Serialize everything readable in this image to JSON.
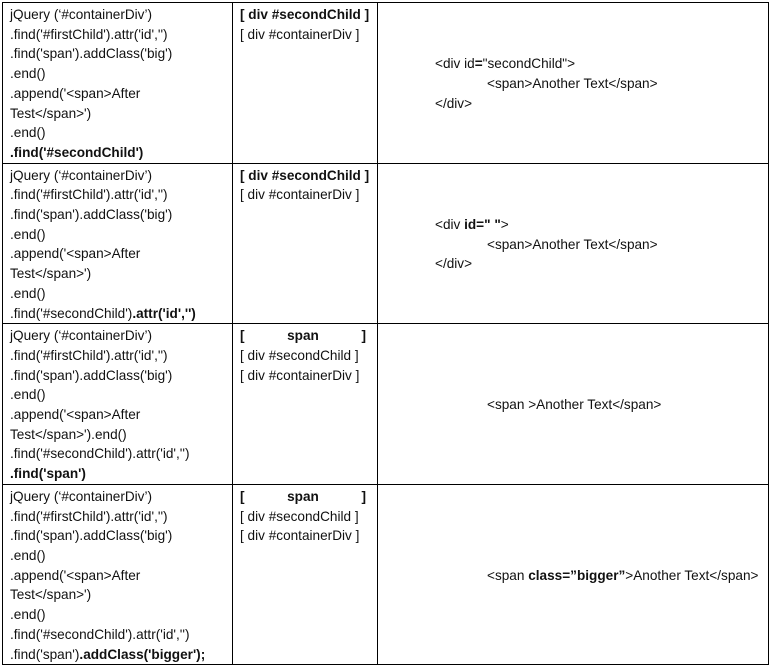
{
  "rows": [
    {
      "code": [
        [
          {
            "t": "jQuery (‘#containerDiv’)",
            "b": false
          }
        ],
        [
          {
            "t": ".find('#firstChild').attr('id','')",
            "b": false
          }
        ],
        [
          {
            "t": ".find('span').addClass('big')",
            "b": false
          }
        ],
        [
          {
            "t": ".end()",
            "b": false
          }
        ],
        [
          {
            "t": ".append('<span>After",
            "b": false
          }
        ],
        [
          {
            "t": "Test</span>')",
            "b": false
          }
        ],
        [
          {
            "t": ".end()",
            "b": false
          }
        ],
        [
          {
            "t": ".find('#secondChild')",
            "b": true
          }
        ]
      ],
      "stack": [
        {
          "t": "[ div #secondChild ]",
          "b": true,
          "split": false
        },
        {
          "t": "[ div #containerDiv ]",
          "b": false,
          "split": false
        }
      ],
      "result_indent": true,
      "result": [
        {
          "ind": 0,
          "segs": [
            {
              "t": "<div id",
              "b": false
            },
            {
              "t": "=",
              "b": true
            },
            {
              "t": "\"secondChild\">",
              "b": false
            }
          ]
        },
        {
          "ind": 1,
          "segs": [
            {
              "t": "<span>Another Text</span>",
              "b": false
            }
          ]
        },
        {
          "ind": 0,
          "segs": [
            {
              "t": "</div>",
              "b": false
            }
          ]
        }
      ],
      "h": 159
    },
    {
      "code": [
        [
          {
            "t": "jQuery (‘#containerDiv’)",
            "b": false
          }
        ],
        [
          {
            "t": ".find('#firstChild').attr('id','')",
            "b": false
          }
        ],
        [
          {
            "t": ".find('span').addClass('big')",
            "b": false
          }
        ],
        [
          {
            "t": ".end()",
            "b": false
          }
        ],
        [
          {
            "t": ".append('<span>After",
            "b": false
          }
        ],
        [
          {
            "t": "Test</span>')",
            "b": false
          }
        ],
        [
          {
            "t": ".end()",
            "b": false
          }
        ],
        [
          {
            "t": ".find('#secondChild')",
            "b": false
          },
          {
            "t": ".attr('id','')",
            "b": true
          }
        ]
      ],
      "stack": [
        {
          "t": "[ div #secondChild ]",
          "b": true,
          "split": false
        },
        {
          "t": "[ div #containerDiv ]",
          "b": false,
          "split": false
        }
      ],
      "result": [
        {
          "ind": 0,
          "segs": [
            {
              "t": "<div ",
              "b": false
            },
            {
              "t": "id=\" \"",
              "b": true
            },
            {
              "t": ">",
              "b": false
            }
          ]
        },
        {
          "ind": 1,
          "segs": [
            {
              "t": "<span>Another Text</span>",
              "b": false
            }
          ]
        },
        {
          "ind": 0,
          "segs": [
            {
              "t": "</div>",
              "b": false
            }
          ]
        }
      ],
      "h": 159
    },
    {
      "code": [
        [
          {
            "t": "jQuery (‘#containerDiv’)",
            "b": false
          }
        ],
        [
          {
            "t": ".find('#firstChild').attr('id','')",
            "b": false
          }
        ],
        [
          {
            "t": ".find('span').addClass('big')",
            "b": false
          }
        ],
        [
          {
            "t": ".end()",
            "b": false
          }
        ],
        [
          {
            "t": ".append('<span>After",
            "b": false
          }
        ],
        [
          {
            "t": "Test</span>').end()",
            "b": false
          }
        ],
        [
          {
            "t": ".find('#secondChild').attr('id','')",
            "b": false
          }
        ],
        [
          {
            "t": ".find('span')",
            "b": true
          }
        ]
      ],
      "stack": [
        {
          "t": "span",
          "b": true,
          "split": true
        },
        {
          "t": "[ div #secondChild ]",
          "b": false,
          "split": false
        },
        {
          "t": "[ div #containerDiv ]",
          "b": false,
          "split": false
        }
      ],
      "result": [
        {
          "ind": 1,
          "segs": [
            {
              "t": "<span >Another Text</span>",
              "b": false
            }
          ]
        }
      ],
      "h": 159
    },
    {
      "code": [
        [
          {
            "t": "jQuery (‘#containerDiv’)",
            "b": false
          }
        ],
        [
          {
            "t": ".find('#firstChild').attr('id','')",
            "b": false
          }
        ],
        [
          {
            "t": ".find('span').addClass('big')",
            "b": false
          }
        ],
        [
          {
            "t": ".end()",
            "b": false
          }
        ],
        [
          {
            "t": ".append('<span>After",
            "b": false
          }
        ],
        [
          {
            "t": "Test</span>')",
            "b": false
          }
        ],
        [
          {
            "t": ".end()",
            "b": false
          }
        ],
        [
          {
            "t": ".find('#secondChild').attr('id','')",
            "b": false
          }
        ],
        [
          {
            "t": ".find('span')",
            "b": false
          },
          {
            "t": ".addClass('bigger');",
            "b": true
          }
        ]
      ],
      "stack": [
        {
          "t": "span",
          "b": true,
          "split": true
        },
        {
          "t": "[ div #secondChild ]",
          "b": false,
          "split": false
        },
        {
          "t": "[ div #containerDiv ]",
          "b": false,
          "split": false
        }
      ],
      "result": [
        {
          "ind": 1,
          "segs": [
            {
              "t": "<span ",
              "b": false
            },
            {
              "t": "class=”bigger”",
              "b": true
            },
            {
              "t": ">Another Text</span>",
              "b": false
            }
          ]
        }
      ],
      "h": 177
    }
  ],
  "bracket_open": "[",
  "bracket_close": "]"
}
